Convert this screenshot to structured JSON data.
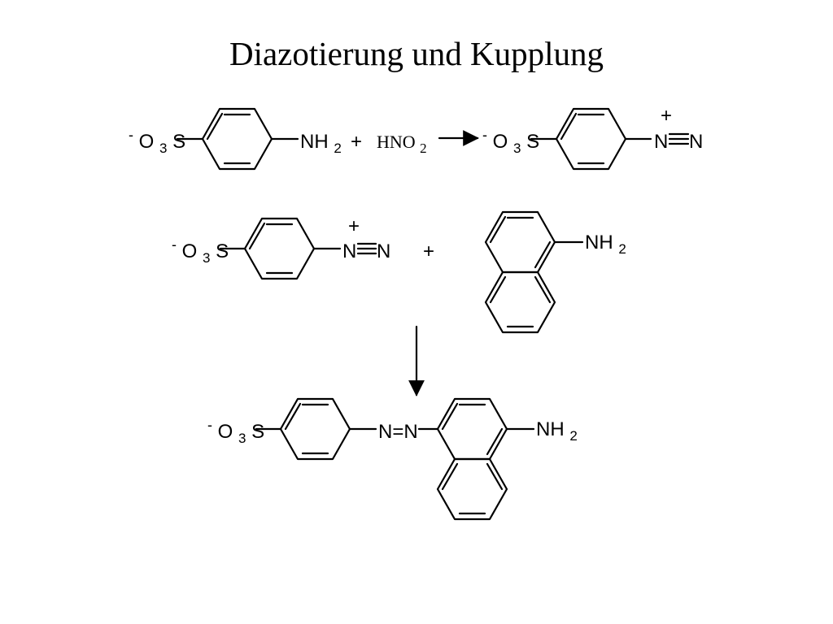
{
  "title": "Diazotierung und Kupplung",
  "labels": {
    "sulfonate_charge": "-",
    "sulfonate_o": "O",
    "sulfonate_sub": "3",
    "sulfonate_s": "S",
    "amine_nh": "NH",
    "amine_sub": "2",
    "plus": "+",
    "hno2_main": "HNO",
    "hno2_sub": "2",
    "diazonium_n1": "N",
    "diazonium_n2": "N",
    "diazonium_charge": "+",
    "azo_text": "N=N"
  }
}
